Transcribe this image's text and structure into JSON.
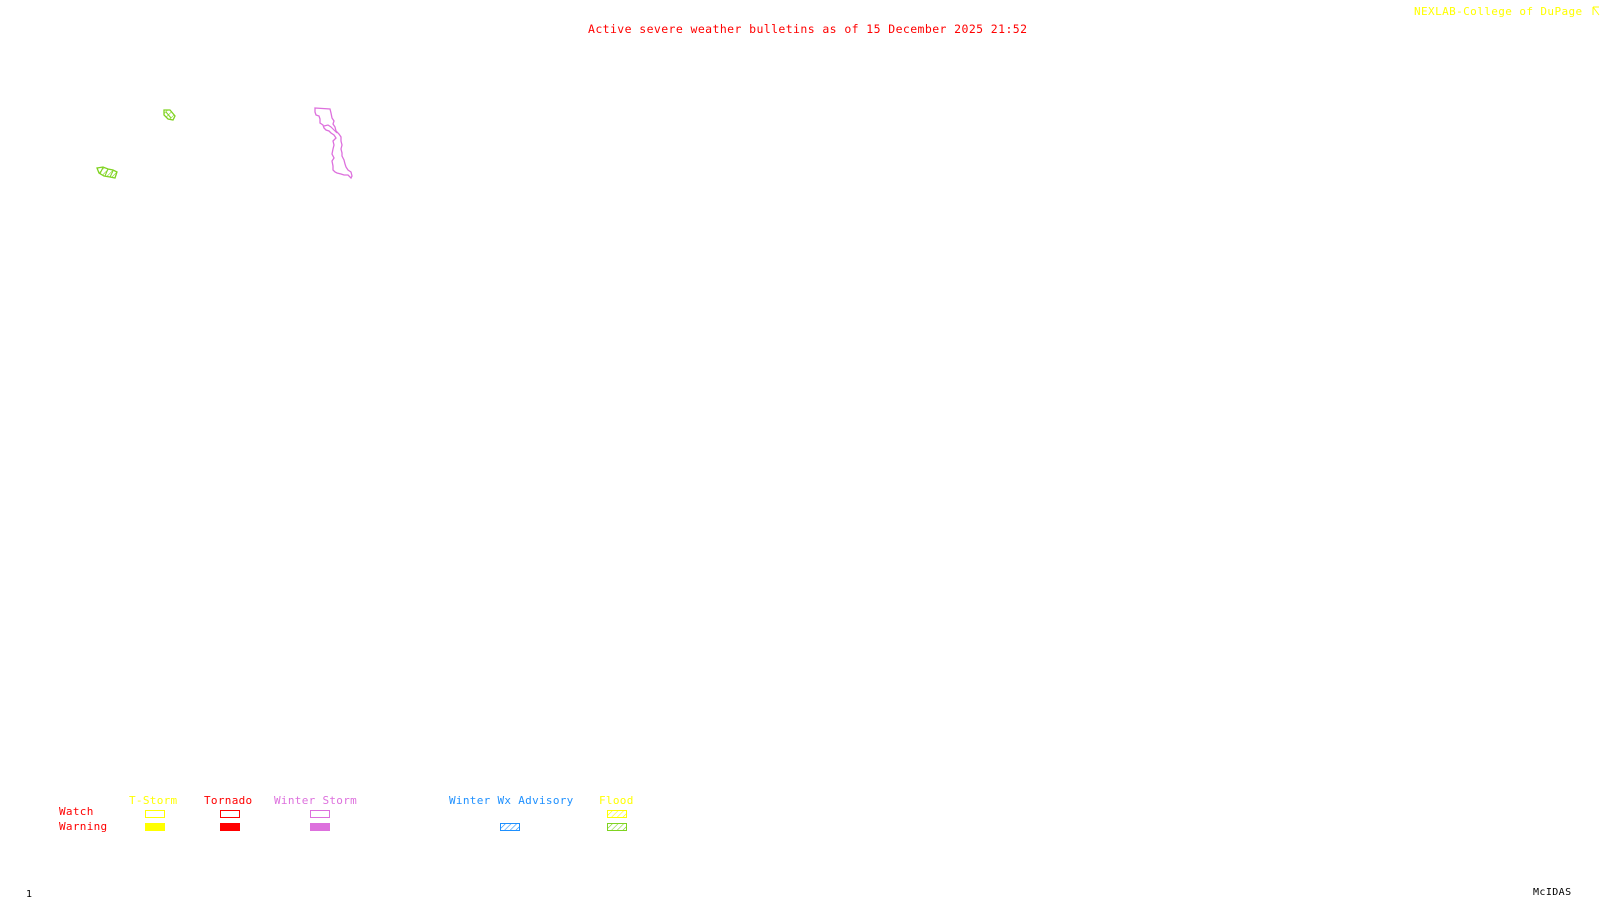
{
  "header": {
    "title": "Active severe weather bulletins as of 15 December 2025 21:52",
    "credit": "NEXLAB-College of DuPage",
    "credit_icon": "cursor-corner-icon"
  },
  "footer": {
    "frame_number": "1",
    "software": "McIDAS"
  },
  "colors": {
    "title": "#ff0000",
    "credit": "#ffff00",
    "tstorm": "#ffff00",
    "tornado": "#ff0000",
    "winter_storm": "#dd70dd",
    "winter_wx_advisory": "#1e90ff",
    "flood_watch": "#ffff00",
    "flood_warning": "#7fd320"
  },
  "map_features": [
    {
      "type": "flood-warning-area",
      "color": "#7fd320"
    },
    {
      "type": "flood-warning-area",
      "color": "#7fd320"
    },
    {
      "type": "winter-storm-watch-area",
      "color": "#dd70dd"
    }
  ],
  "legend": {
    "row_labels": {
      "watch": "Watch",
      "warning": "Warning"
    },
    "columns": [
      {
        "label": "T-Storm",
        "color": "#ffff00",
        "watch_style": "outline",
        "warning_style": "filled"
      },
      {
        "label": "Tornado",
        "color": "#ff0000",
        "watch_style": "outline",
        "warning_style": "filled"
      },
      {
        "label": "Winter Storm",
        "color": "#dd70dd",
        "watch_style": "outline",
        "warning_style": "filled"
      },
      {
        "label": "Winter Wx Advisory",
        "color": "#1e90ff",
        "watch_style": "none",
        "warning_style": "hatched"
      },
      {
        "label": "Flood",
        "color": "#ffff00",
        "watch_style": "hatched",
        "warning_style": "hatched",
        "warning_color": "#7fd320"
      }
    ]
  }
}
